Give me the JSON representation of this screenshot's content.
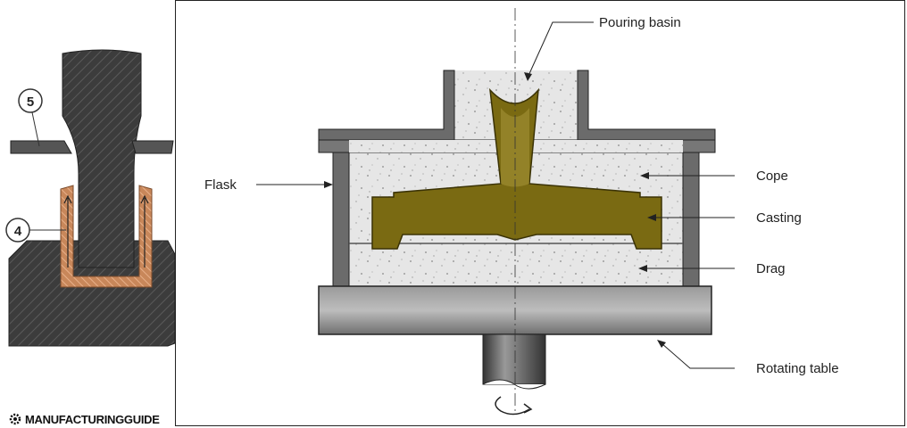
{
  "left_diagram": {
    "callouts": [
      "5",
      "4"
    ]
  },
  "right_diagram": {
    "labels": {
      "pouring_basin": "Pouring basin",
      "flask": "Flask",
      "cope": "Cope",
      "casting": "Casting",
      "drag": "Drag",
      "rotating_table": "Rotating table"
    }
  },
  "logo": {
    "text": "MANUFACTURINGGUIDE",
    "icon": "gear-icon"
  },
  "colors": {
    "steel": "#3a3a3a",
    "copper": "#c8875a",
    "casting": "#7a6a12",
    "sand": "#e6e6e6",
    "flask": "#6b6b6b",
    "table": "#8a8a8a"
  }
}
